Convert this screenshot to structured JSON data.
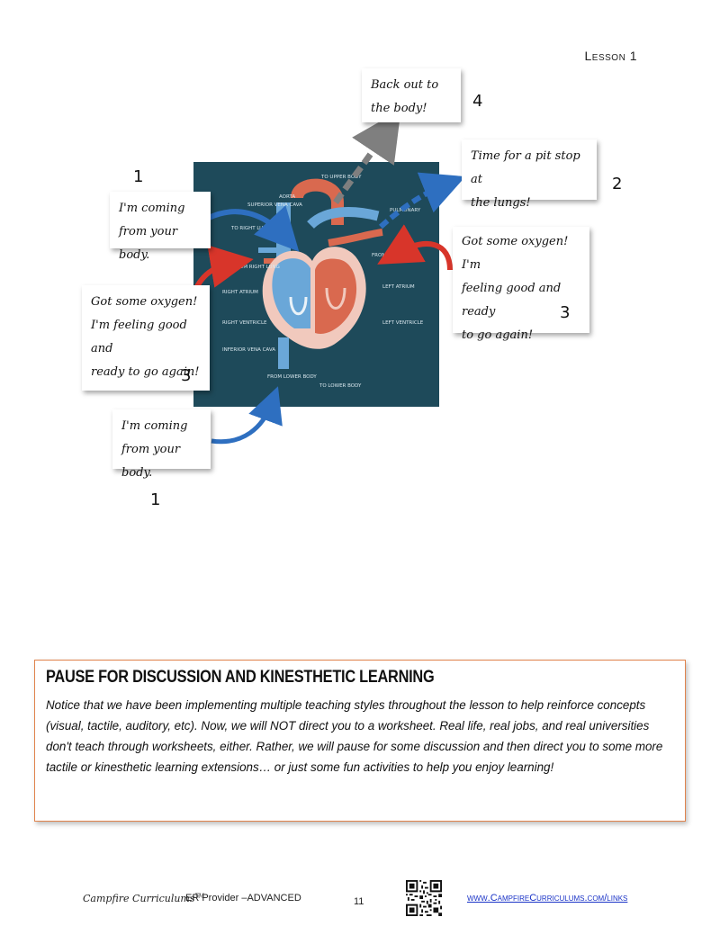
{
  "header": {
    "lesson": "Lesson 1"
  },
  "diagram": {
    "labels": {
      "to_upper_body": "TO UPPER BODY",
      "aorta": "AORTA",
      "superior_vena_cava": "SUPERIOR VENA CAVA",
      "pulmonary": "PULMONARY",
      "to_right_lung": "TO RIGHT LUNG",
      "from_right_lung": "FROM RIGHT LUNG",
      "from_left_lung": "FROM LEFT LUNG",
      "right_atrium": "RIGHT ATRIUM",
      "left_atrium": "LEFT ATRIUM",
      "right_ventricle": "RIGHT VENTRICLE",
      "left_ventricle": "LEFT VENTRICLE",
      "inferior_vena_cava": "INFERIOR VENA CAVA",
      "from_lower_body": "FROM LOWER BODY",
      "to_lower_body": "TO LOWER BODY"
    },
    "notes": {
      "back_out": "Back out to\nthe body!",
      "pit_stop": "Time for a pit stop at\nthe lungs!",
      "coming_upper": "I'm coming\nfrom your body.",
      "oxygen_right": "Got some oxygen!  I'm\nfeeling good and ready\nto go again!",
      "oxygen_left": "Got some oxygen!\nI'm feeling good and\nready to go again!",
      "coming_lower": "I'm coming\nfrom your body."
    },
    "numbers": {
      "back_out": "4",
      "pit_stop": "2",
      "coming_upper": "1",
      "oxygen_right": "3",
      "oxygen_left": "3",
      "coming_lower": "1"
    },
    "colors": {
      "panel": "#1e4a5a",
      "deoxygenated": "#6aa7d8",
      "oxygenated": "#d9694f",
      "arrow_blue": "#2e6fc0",
      "arrow_red": "#d8352a",
      "arrow_gray": "#7f7f7f"
    }
  },
  "discussion": {
    "title": "PAUSE FOR DISCUSSION AND KINESTHETIC LEARNING",
    "body": "Notice that we have been implementing multiple teaching styles throughout the lesson to help reinforce concepts (visual, tactile, auditory, etc).  Now, we will NOT direct you to a worksheet.  Real life, real jobs, and real universities don't teach through worksheets, either.   Rather, we will pause for some discussion and then direct you to some more tactile or kinesthetic learning extensions… or just some fun activities to help you enjoy learning!"
  },
  "footer": {
    "brand": "Campfire Curriculums",
    "trademark": "TM",
    "course": "ER Provider –ADVANCED",
    "page_number": "11",
    "link": "www.CampfireCurriculums.com/links",
    "qr_icon": "qr-code-icon"
  }
}
